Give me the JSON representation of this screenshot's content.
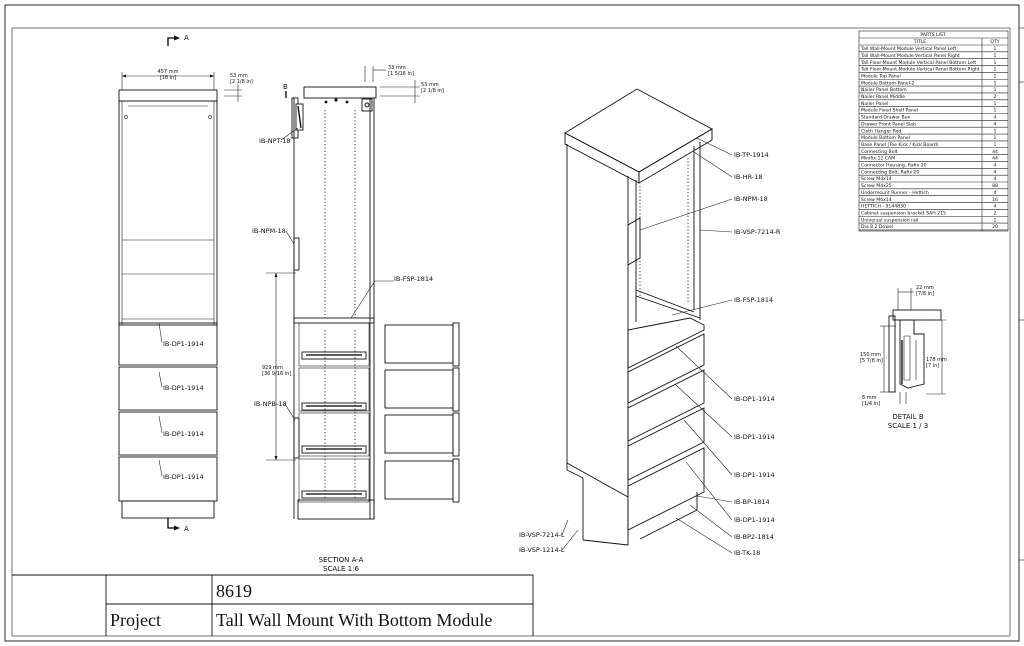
{
  "title_block": {
    "number": "8619",
    "project_label": "Project",
    "project_name": "Tall Wall Mount With Bottom Module"
  },
  "section": {
    "title": "SECTION A-A",
    "scale": "SCALE 1:6",
    "marker": "A"
  },
  "detail": {
    "title": "DETAIL  B",
    "scale": "SCALE 1 / 3",
    "marker": "B"
  },
  "front_view": {
    "drawer_labels": [
      "IB-DP1-1914",
      "IB-DP1-1914",
      "IB-DP1-1914",
      "IB-DP1-1914"
    ],
    "dims": {
      "width_mm": "457 mm",
      "width_in": "[18 in]",
      "top_mm": "53 mm",
      "top_in": "[2 1/8 in]"
    }
  },
  "section_view": {
    "labels": {
      "npt": "IB-NPT-18",
      "npm": "IB-NPM-18",
      "fsp": "IB-FSP-1814",
      "npb": "IB-NPB-18"
    },
    "dims": {
      "d33_mm": "33 mm",
      "d33_in": "[1 5/16 in]",
      "d53_mm": "53 mm",
      "d53_in": "[2 1/8 in]",
      "d929_mm": "929 mm",
      "d929_in": "[36 9/16 in]"
    }
  },
  "iso_view": {
    "labels": [
      "IB-TP-1914",
      "IB-HR-18",
      "IB-NPM-18",
      "IB-VSP-7214-R",
      "IB-FSP-1814",
      "IB-DP1-1914",
      "IB-DP1-1914",
      "IB-DP1-1914",
      "IB-BP-1814",
      "IB-DP1-1914",
      "IB-BP2-1814",
      "IB-TK-18",
      "IB-VSP-7214-L",
      "IB-VSP-1214-L"
    ]
  },
  "detail_dims": {
    "d22_mm": "22 mm",
    "d22_in": "[7/8 in]",
    "d150_mm": "150 mm",
    "d150_in": "[5 7/8 in]",
    "d178_mm": "178 mm",
    "d178_in": "[7 in]",
    "d6_mm": "6 mm",
    "d6_in": "[1/4 in]"
  },
  "parts_list": {
    "header": "PARTS LIST",
    "col_title": "TITLE",
    "col_qty": "QTY",
    "rows": [
      {
        "title": "Tall Wall-Mount Module Vertical Panel Left",
        "qty": "1"
      },
      {
        "title": "Tall Wall-Mount Module Vertical Panel Right",
        "qty": "1"
      },
      {
        "title": "Tall Floor-Mount Module Vertical Panel Bottom Left",
        "qty": "1"
      },
      {
        "title": "Tall Floor-Mount Module Vertical Panel Bottom Right",
        "qty": "1"
      },
      {
        "title": "Module Top Panel",
        "qty": "1"
      },
      {
        "title": "Module Bottom Panel-2",
        "qty": "1"
      },
      {
        "title": "Nailer Panel Bottom",
        "qty": "1"
      },
      {
        "title": "Nailer Panel Middle",
        "qty": "2"
      },
      {
        "title": "Nailer Panel",
        "qty": "1"
      },
      {
        "title": "Module Fixed Shelf Panel",
        "qty": "1"
      },
      {
        "title": "Standard Drawer Box",
        "qty": "4"
      },
      {
        "title": "Drawer Front Panel Slab",
        "qty": "4"
      },
      {
        "title": "Cloth Hanger Rod",
        "qty": "1"
      },
      {
        "title": "Module Bottom Panel",
        "qty": "1"
      },
      {
        "title": "Base Panel (Toe Kick / Kick Board)",
        "qty": "1"
      },
      {
        "title": "Connecting Bolt",
        "qty": "44"
      },
      {
        "title": "Minifix 12 CAM",
        "qty": "44"
      },
      {
        "title": "Connector Housing, Rafix 20",
        "qty": "4"
      },
      {
        "title": "Connecting Bolt, Rafix 20",
        "qty": "4"
      },
      {
        "title": "Screw M4x14",
        "qty": "4"
      },
      {
        "title": "Screw M4x25",
        "qty": "88"
      },
      {
        "title": "Undermount Runner - Hettich",
        "qty": "4"
      },
      {
        "title": "Screw M6x14",
        "qty": "16"
      },
      {
        "title": "HETTICH - 9144830",
        "qty": "4"
      },
      {
        "title": "Cabinet suspension bracket SAH 215",
        "qty": "2"
      },
      {
        "title": "Universal suspension rail",
        "qty": "1"
      },
      {
        "title": "Dia 8.2 Dowel",
        "qty": "20"
      }
    ]
  }
}
